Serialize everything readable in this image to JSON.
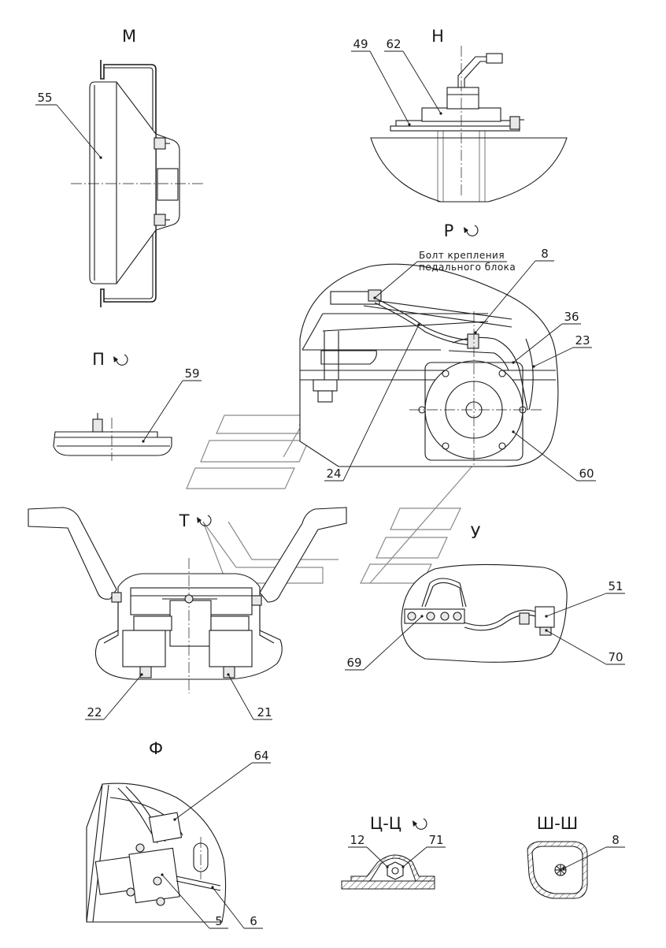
{
  "views": {
    "m": "М",
    "n": "Н",
    "r": "Р",
    "p": "П",
    "t": "Т",
    "u": "У",
    "f": "Ф",
    "ts": "Ц-Ц",
    "sh": "Ш-Ш"
  },
  "note": {
    "line1": "Болт крепления",
    "line2": "педального блока"
  },
  "callouts": {
    "c55": "55",
    "c49": "49",
    "c62": "62",
    "c8a": "8",
    "c36": "36",
    "c23": "23",
    "c60": "60",
    "c24": "24",
    "c59": "59",
    "c51": "51",
    "c70": "70",
    "c69": "69",
    "c22": "22",
    "c21": "21",
    "c64": "64",
    "c5": "5",
    "c6": "6",
    "c12": "12",
    "c71": "71",
    "c8b": "8"
  }
}
